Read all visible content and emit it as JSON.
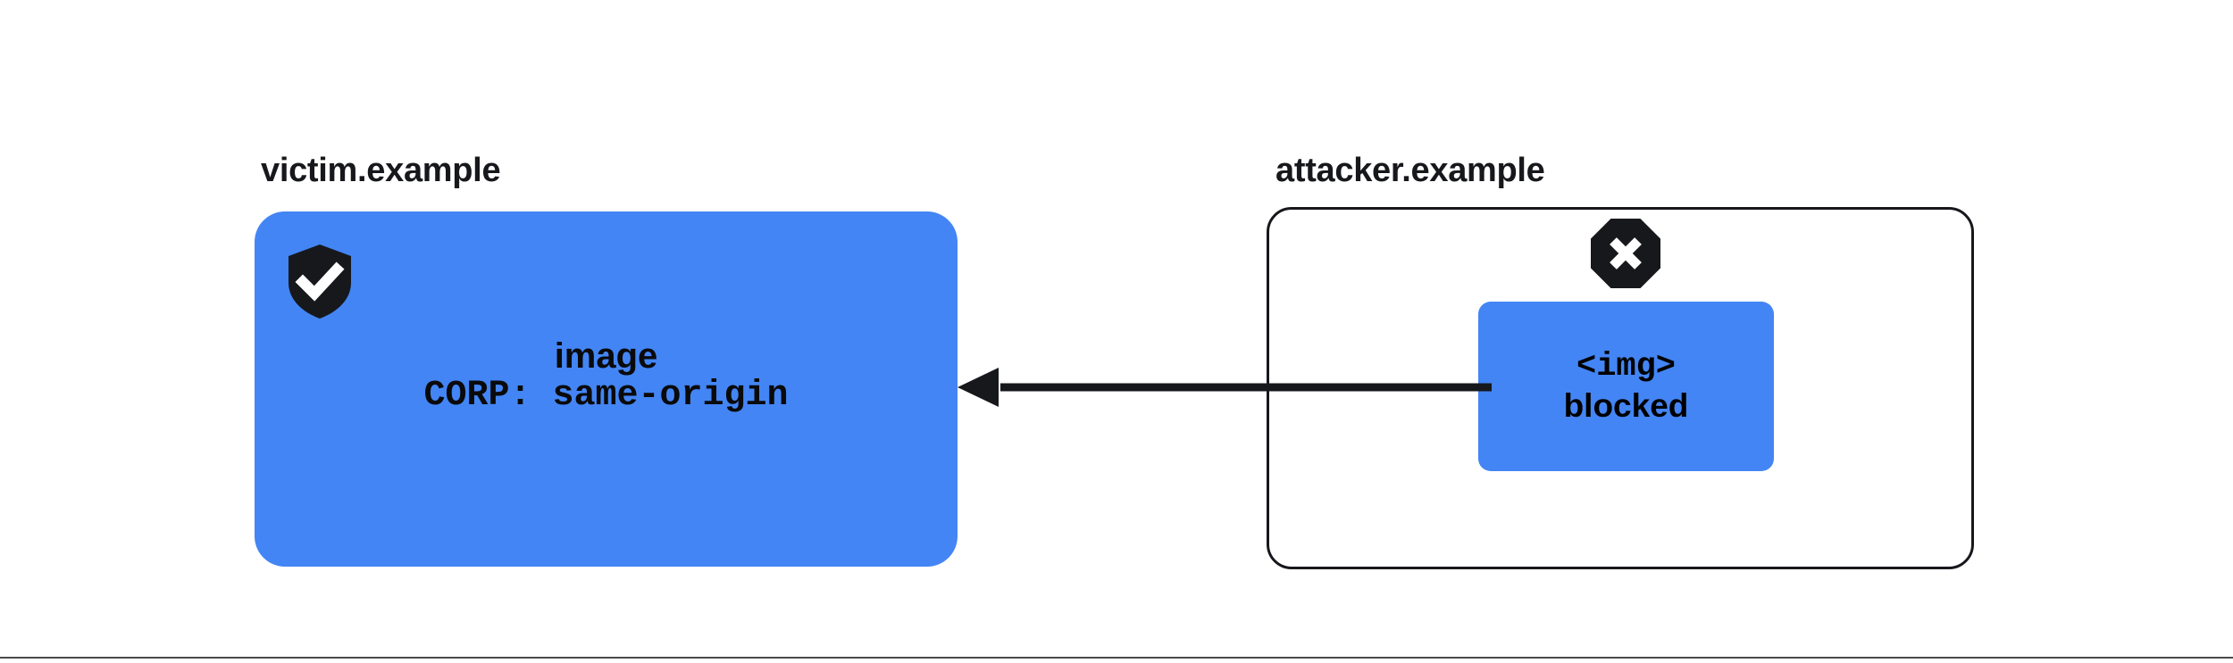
{
  "diagram": {
    "title_victim": "victim.example",
    "title_attacker": "attacker.example",
    "victim": {
      "label": "victim.example",
      "status_icon": "shield-check-icon",
      "resource_lines": {
        "name": "image",
        "header": "CORP: same-origin"
      }
    },
    "attacker": {
      "label": "attacker.example",
      "status_icon": "octagon-x-icon",
      "request_lines": {
        "element": "<img>",
        "outcome": "blocked"
      }
    },
    "arrow": {
      "name": "cross-origin-request-arrow",
      "direction": "right-to-left"
    }
  },
  "colors": {
    "blue": "#4385f4",
    "ink": "#17181c",
    "white": "#ffffff",
    "rule": "#4a4a4a"
  }
}
